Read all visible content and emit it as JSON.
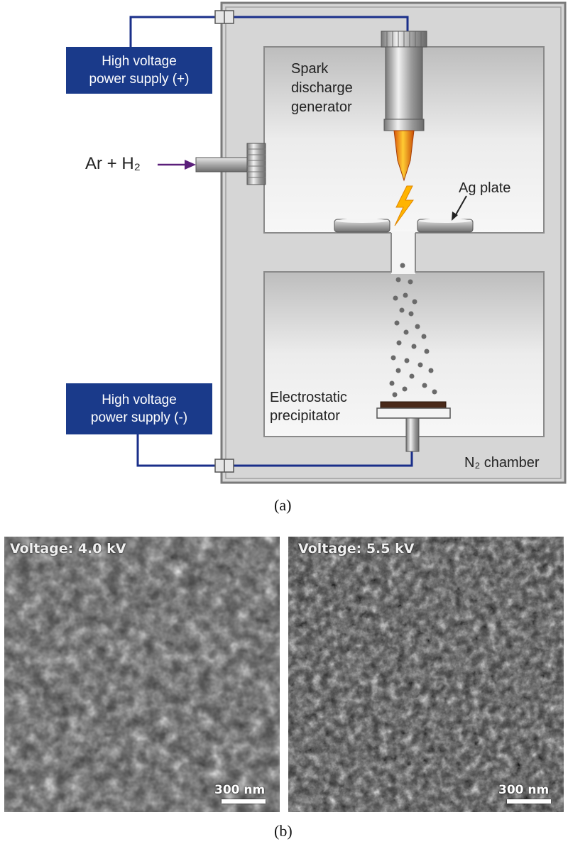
{
  "diagram": {
    "hv_plus_line1": "High voltage",
    "hv_plus_line2": "power supply (+)",
    "hv_minus_line1": "High voltage",
    "hv_minus_line2": "power supply (-)",
    "gas_inlet": "Ar + H₂",
    "spark_line1": "Spark",
    "spark_line2": "discharge",
    "spark_line3": "generator",
    "ag_plate": "Ag plate",
    "esp_line1": "Electrostatic",
    "esp_line2": "precipitator",
    "chamber": "N₂ chamber",
    "colors": {
      "power_box": "#1a3a8a",
      "wire": "#1a2f8a",
      "arrow": "#5a1f7a",
      "chamber_fill": "#d6d6d6"
    }
  },
  "caption_a": "(a)",
  "sem": {
    "left": {
      "voltage": "Voltage: 4.0 kV",
      "scale": "300 nm"
    },
    "right": {
      "voltage": "Voltage: 5.5 kV",
      "scale": "300 nm"
    }
  },
  "caption_b": "(b)"
}
